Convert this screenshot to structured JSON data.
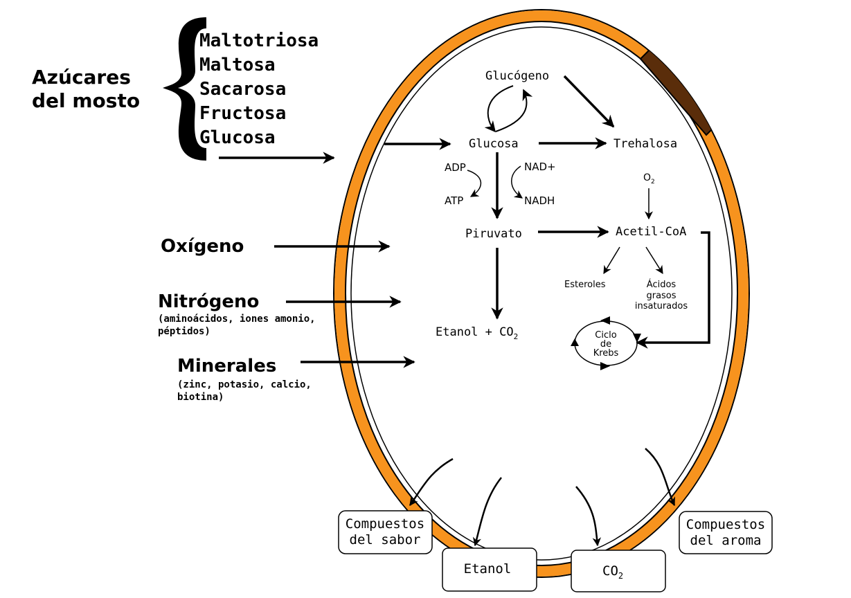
{
  "outer_inputs": {
    "sugars_title_line1": "Azúcares",
    "sugars_title_line2": "del mosto",
    "sugars_list": [
      "Maltotriosa",
      "Maltosa",
      "Sacarosa",
      "Fructosa",
      "Glucosa"
    ],
    "oxygen_label": "Oxígeno",
    "nitrogen_label": "Nitrógeno",
    "nitrogen_detail_line1": "(aminoácidos, iones amonio,",
    "nitrogen_detail_line2": "péptidos)",
    "minerals_label": "Minerales",
    "minerals_detail_line1": "(zinc, potasio, calcio,",
    "minerals_detail_line2": "biotina)"
  },
  "cell": {
    "glucogeno": "Glucógeno",
    "glucosa": "Glucosa",
    "trehalosa": "Trehalosa",
    "adp": "ADP",
    "atp": "ATP",
    "nad_plus": "NAD+",
    "nadh": "NADH",
    "o2_main": "O",
    "o2_sub": "2",
    "piruvato": "Piruvato",
    "acetil_coa": "Acetil-CoA",
    "esteroles": "Esteroles",
    "acidos_line1": "Ácidos",
    "acidos_line2": "grasos",
    "acidos_line3": "insaturados",
    "etanol_co2_main": "Etanol + CO",
    "etanol_co2_sub": "2",
    "krebs_line1": "Ciclo",
    "krebs_line2": "de",
    "krebs_line3": "Krebs"
  },
  "outputs": {
    "sabor_line1": "Compuestos",
    "sabor_line2": "del sabor",
    "etanol": "Etanol",
    "co2_main": "CO",
    "co2_sub": "2",
    "aroma_line1": "Compuestos",
    "aroma_line2": "del aroma"
  },
  "colors": {
    "cell_wall": "#f7931e",
    "bud_scar": "#5a2d0a",
    "stroke": "#000000"
  }
}
